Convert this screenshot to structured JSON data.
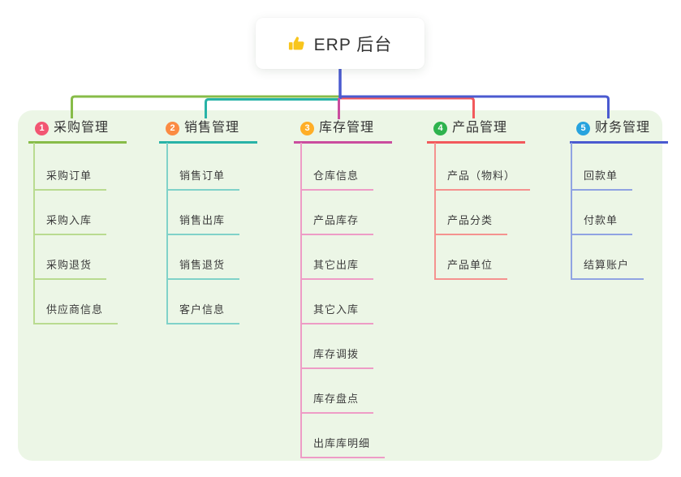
{
  "root": {
    "title": "ERP 后台",
    "icon": "thumbs-up-icon"
  },
  "colors": {
    "panel_bg": "#ecf6e6",
    "stem": "#4a5ad0",
    "root_card_bg": "#ffffff",
    "heading_text": "#333333",
    "child_text": "#3c3c3c"
  },
  "branches": [
    {
      "badge": "1",
      "label": "采购管理",
      "badge_color": "#f25672",
      "line_color": "#87bc48",
      "child_line_color": "#b9db90",
      "children": [
        "采购订单",
        "采购入库",
        "采购退货",
        "供应商信息"
      ]
    },
    {
      "badge": "2",
      "label": "销售管理",
      "badge_color": "#fb8b43",
      "line_color": "#28b3a7",
      "child_line_color": "#80d2c9",
      "children": [
        "销售订单",
        "销售出库",
        "销售退货",
        "客户信息"
      ]
    },
    {
      "badge": "3",
      "label": "库存管理",
      "badge_color": "#ffae27",
      "line_color": "#ca4d9e",
      "child_line_color": "#ee9cc6",
      "children": [
        "仓库信息",
        "产品库存",
        "其它出库",
        "其它入库",
        "库存调拨",
        "库存盘点",
        "出库库明细"
      ]
    },
    {
      "badge": "4",
      "label": "产品管理",
      "badge_color": "#2eb34e",
      "line_color": "#f2595c",
      "child_line_color": "#f5928f",
      "children": [
        "产品（物料）",
        "产品分类",
        "产品单位"
      ]
    },
    {
      "badge": "5",
      "label": "财务管理",
      "badge_color": "#27a3de",
      "line_color": "#4a5ad0",
      "child_line_color": "#90a3e2",
      "children": [
        "回款单",
        "付款单",
        "结算账户"
      ]
    }
  ]
}
